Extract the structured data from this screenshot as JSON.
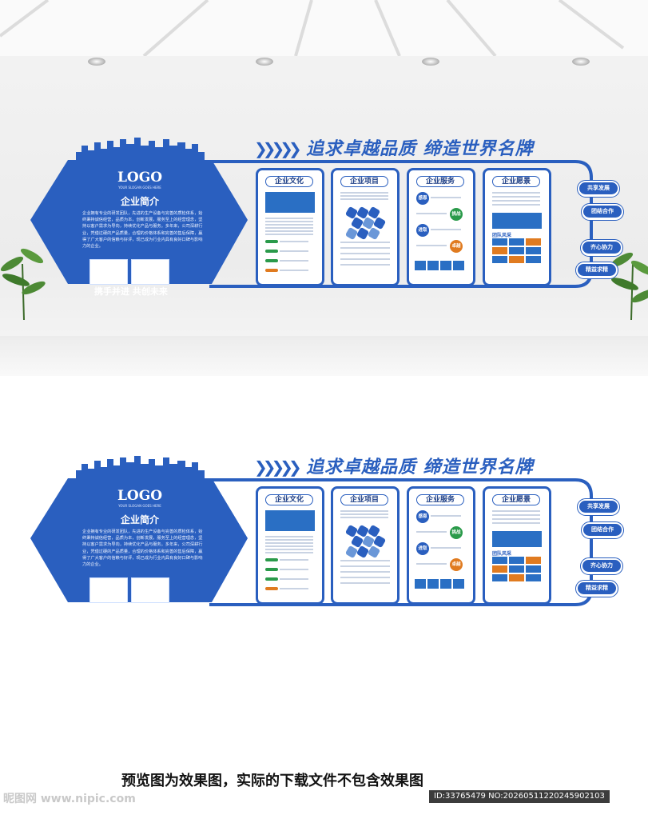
{
  "headline": "追求卓越品质 缔造世界名牌",
  "logo": "LOGO",
  "logo_slogan": "YOUR SLOGAN GOES HERE",
  "intro_title": "企业简介",
  "intro_body": "企业拥有专业的研发团队，先进的生产设备与完善的质检体系，始终秉持诚信经营，品质为本，创新发展，服务至上的经营理念，坚持以客户需求为导向，持续优化产品与服务。多年来，公司深耕行业，凭借过硬的产品质量，合理的价格体系和完善的售后保障，赢得了广大客户的信赖与好评，现已成为行业内具有良好口碑与影响力的企业。",
  "bottom_slogan": "携手并进 共创未来",
  "panels": [
    {
      "title": "企业文化"
    },
    {
      "title": "企业项目"
    },
    {
      "title": "企业服务"
    },
    {
      "title": "企业愿景"
    }
  ],
  "service_circles": [
    "感恩",
    "挑战",
    "进取",
    "卓越"
  ],
  "vision_sub": "团队风采",
  "side_tags": [
    "共享发展",
    "团结合作",
    "齐心协力",
    "精益求精"
  ],
  "caption": "预览图为效果图，实际的下载文件不包含效果图",
  "watermark_site": "昵图网 www.nipic.com",
  "watermark_id": "ID:33765479 NO:20260511220245902103"
}
